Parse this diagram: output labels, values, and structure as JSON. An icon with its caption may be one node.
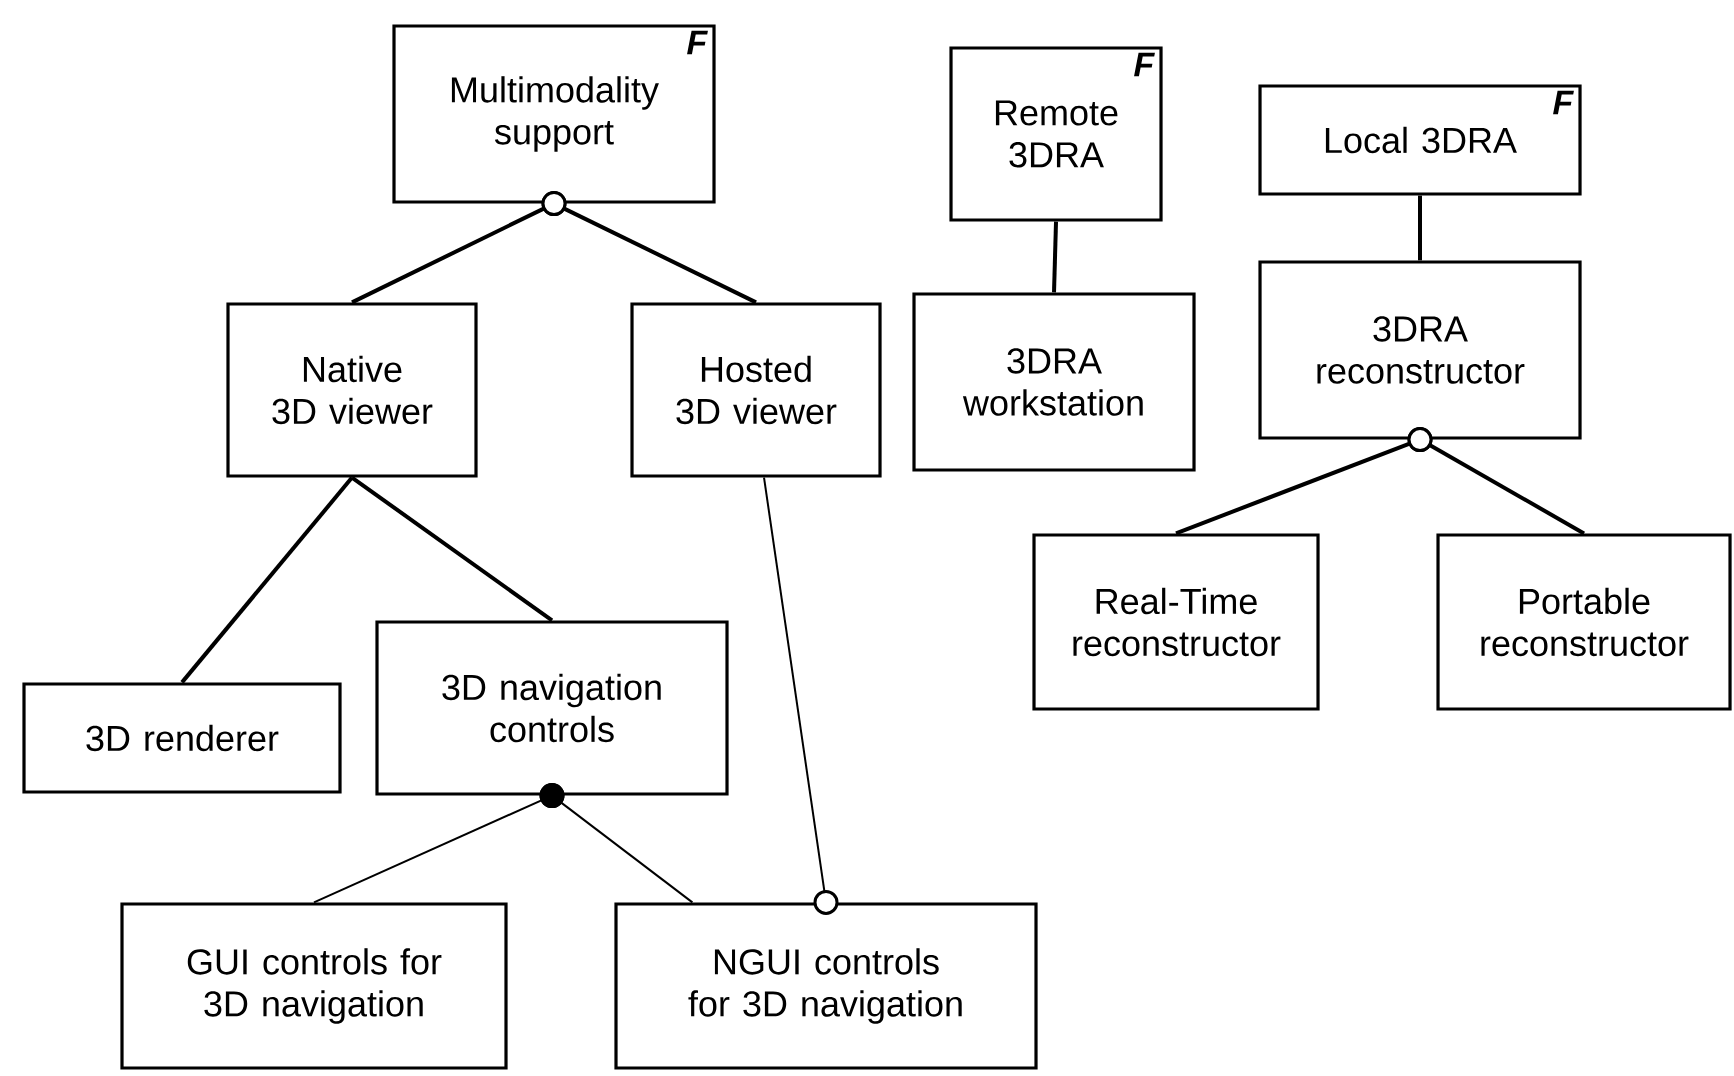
{
  "diagram": {
    "nodes": [
      {
        "text": [
          "Multimodality support",
          "F"
        ]
      },
      {
        "text": [
          "Native 3D viewer"
        ]
      },
      {
        "text": [
          "Hosted 3D viewer"
        ]
      },
      {
        "text": [
          "Remote 3DRA",
          "F"
        ]
      },
      {
        "text": [
          "3DRA workstation"
        ]
      },
      {
        "text": [
          "Local 3DRA",
          "F"
        ]
      },
      {
        "text": [
          "3DRA reconstructor"
        ]
      },
      {
        "text": [
          "3D renderer"
        ]
      },
      {
        "text": [
          "3D navigation controls"
        ]
      },
      {
        "text": [
          "Real-Time reconstructor"
        ]
      },
      {
        "text": [
          "Portable reconstructor"
        ]
      },
      {
        "text": [
          "GUI controls for 3D navigation"
        ]
      },
      {
        "text": [
          "NGUI controls for 3D navigation"
        ]
      }
    ],
    "edges": [
      {
        "from": 0,
        "to": 1,
        "arrow": "other"
      },
      {
        "from": 0,
        "to": 2,
        "arrow": "other"
      },
      {
        "from": 1,
        "to": 7,
        "arrow": "none"
      },
      {
        "from": 1,
        "to": 8,
        "arrow": "none"
      },
      {
        "from": 3,
        "to": 4,
        "arrow": "none"
      },
      {
        "from": 5,
        "to": 6,
        "arrow": "none"
      },
      {
        "from": 6,
        "to": 9,
        "arrow": "other"
      },
      {
        "from": 6,
        "to": 10,
        "arrow": "other"
      },
      {
        "from": 8,
        "to": 11,
        "arrow": "other"
      },
      {
        "from": 8,
        "to": 12,
        "arrow": "other"
      },
      {
        "from": 12,
        "to": 2,
        "arrow": "other"
      }
    ]
  }
}
